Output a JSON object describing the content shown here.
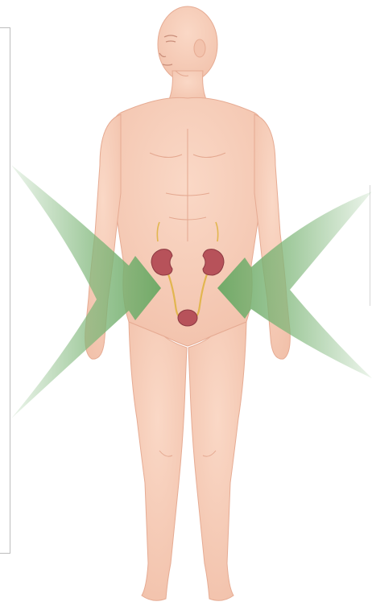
{
  "figure": {
    "subject": "human-body-front-view",
    "organs": [
      "kidney-left",
      "kidney-right",
      "ureter-left",
      "ureter-right",
      "bladder"
    ],
    "arrows": [
      {
        "side": "left",
        "color": "#7fb77a"
      },
      {
        "side": "right",
        "color": "#7fb77a"
      }
    ],
    "colors": {
      "skin": "#f6c9b4",
      "skin_shade": "#e9ad95",
      "kidney": "#b7525a",
      "ureter": "#e2b64f",
      "arrow": "#7fb77a"
    }
  }
}
